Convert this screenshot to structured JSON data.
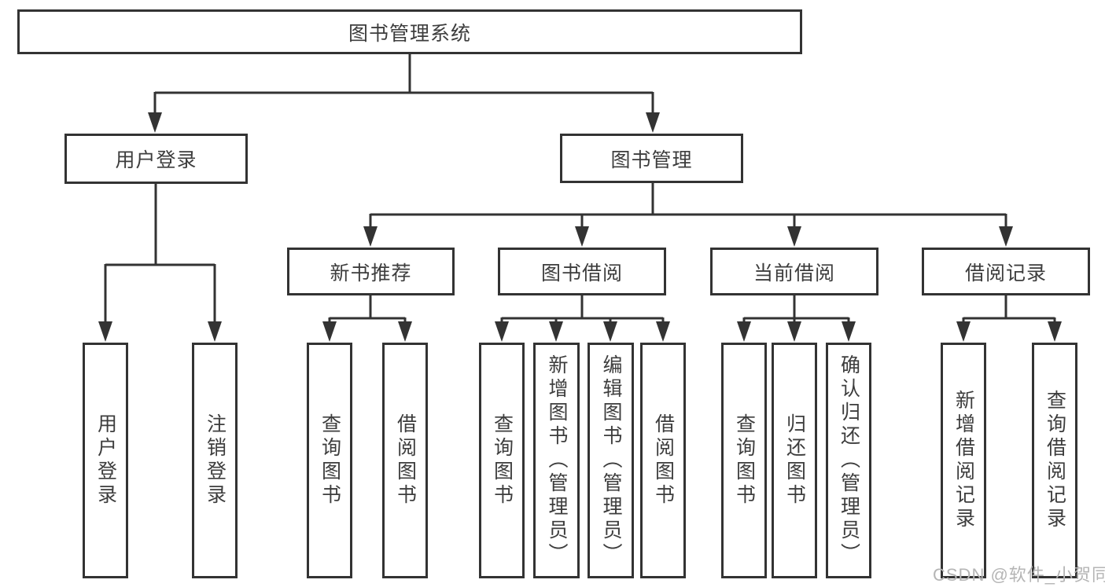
{
  "diagram": {
    "root": "图书管理系统",
    "login": {
      "label": "用户登录",
      "children": [
        "用户登录",
        "注销登录"
      ]
    },
    "management": {
      "label": "图书管理",
      "groups": [
        {
          "label": "新书推荐",
          "children": [
            "查询图书",
            "借阅图书"
          ]
        },
        {
          "label": "图书借阅",
          "children": [
            "查询图书",
            "新增图书（管理员）",
            "编辑图书（管理员）",
            "借阅图书"
          ]
        },
        {
          "label": "当前借阅",
          "children": [
            "查询图书",
            "归还图书",
            "确认归还（管理员）"
          ]
        },
        {
          "label": "借阅记录",
          "children": [
            "新增借阅记录",
            "查询借阅记录"
          ]
        }
      ]
    }
  },
  "watermark": "CSDN @软件_小贺同学",
  "colors": {
    "line": "#333333",
    "text": "#3d3d3d",
    "watermark": "#b5b5b5",
    "background": "#ffffff"
  }
}
